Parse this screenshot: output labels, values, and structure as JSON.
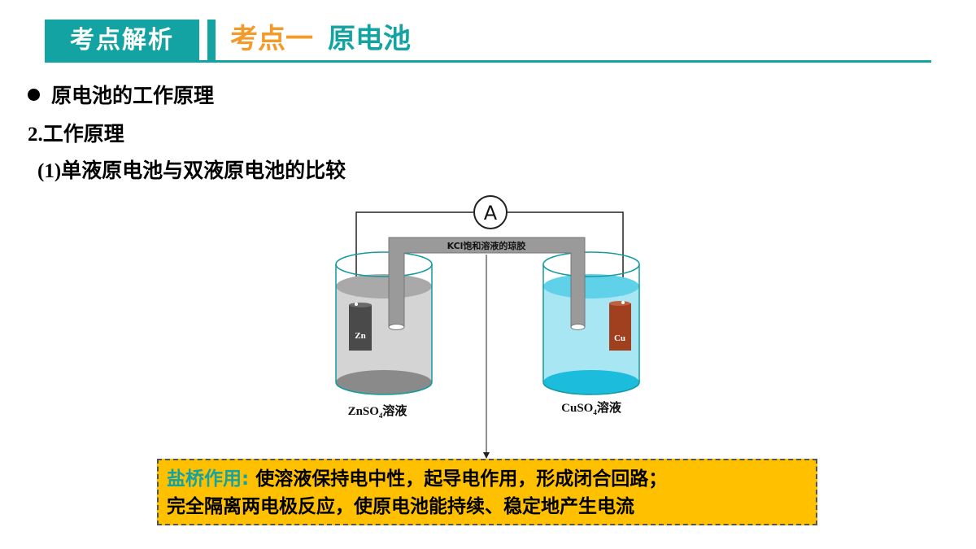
{
  "header": {
    "tag": "考点解析",
    "title_part1": "考点一",
    "title_part2": "原电池"
  },
  "content": {
    "line1": "原电池的工作原理",
    "line2_num": "2.",
    "line2_text": "工作原理",
    "line3_num": "(1)",
    "line3_text": "单液原电池与双液原电池的比较"
  },
  "diagram": {
    "ammeter": "A",
    "salt_bridge_label": "KCl饱和溶液的琼胶",
    "left_electrode": "Zn",
    "right_electrode": "Cu",
    "left_solution_prefix": "ZnSO",
    "left_solution_sub": "4",
    "left_solution_suffix": "溶液",
    "right_solution_prefix": "CuSO",
    "right_solution_sub": "4",
    "right_solution_suffix": "溶液"
  },
  "callout": {
    "label": "盐桥作用:",
    "text1": "使溶液保持电中性，起导电作用，形成闭合回路；",
    "text2": "完全隔离两电极反应，使原电池能持续、稳定地产生电流"
  },
  "colors": {
    "accent": "#14a3a3",
    "orange": "#f29b2a",
    "callout_bg": "#ffc000",
    "zinc": "#4a4a4a",
    "copper": "#a0401e",
    "cuso4": "#5cd0e8",
    "znso4": "#d0d0d0"
  }
}
